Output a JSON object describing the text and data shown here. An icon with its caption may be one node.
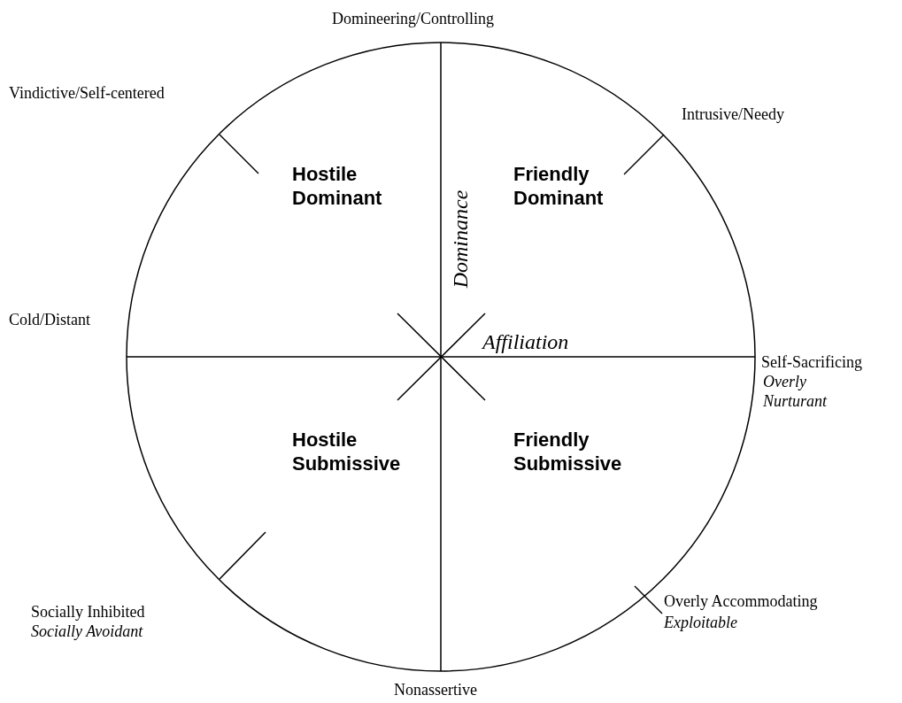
{
  "diagram": {
    "labels": [
      "Domineering/Controlling",
      "Vindictive/Self-centered",
      "Intrusive/Needy",
      "Hostile Dominant",
      "Friendly Dominant",
      "Dominance",
      "Cold/Distant",
      "Affiliation",
      "Self-Sacrificing",
      "Overly Nurturant",
      "Hostile Submissive",
      "Friendly Submissive",
      "Socially Inhibited",
      "Overly Accommodating",
      "Socially Avoidant",
      "Exploitable",
      "Nonassertive"
    ]
  }
}
